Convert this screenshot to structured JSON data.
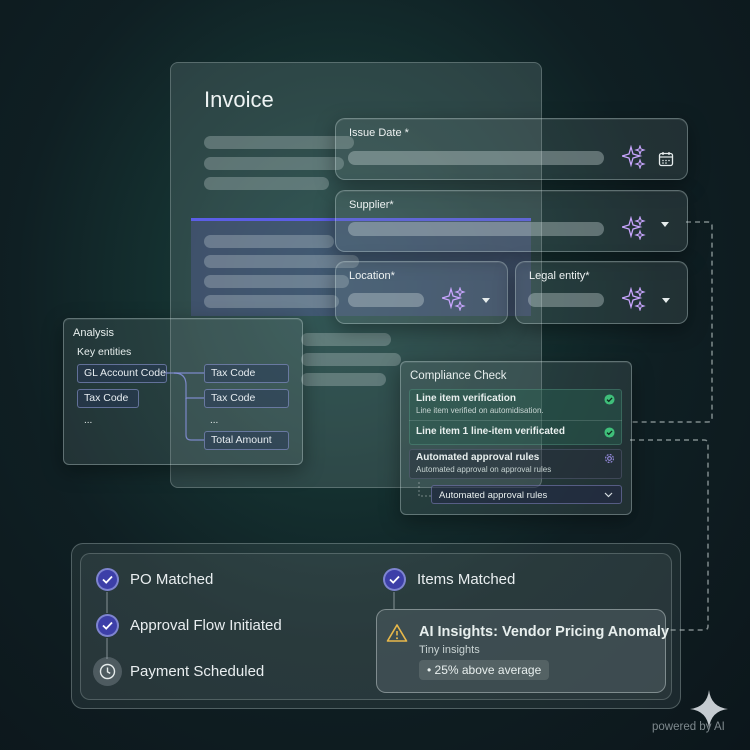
{
  "invoice": {
    "title": "Invoice"
  },
  "fields": {
    "issue_date": {
      "label": "Issue Date *"
    },
    "supplier": {
      "label": "Supplier*"
    },
    "location": {
      "label": "Location*"
    },
    "legal_entity": {
      "label": "Legal entity*"
    }
  },
  "analysis": {
    "title": "Analysis",
    "subtitle": "Key entities",
    "left_items": [
      "GL Account Code",
      "Tax Code",
      "..."
    ],
    "right_items": [
      "Tax Code",
      "Tax Code",
      "...",
      "Total Amount"
    ]
  },
  "compliance": {
    "title": "Compliance Check",
    "items": [
      {
        "title": "Line item verification",
        "subtitle": "Line item verified on automidisation.",
        "status": "check"
      },
      {
        "title": "Line item 1 line-item verificated",
        "status": "check"
      },
      {
        "title": "Automated approval rules",
        "subtitle": "Automated approval on approval rules",
        "status": "gear"
      }
    ],
    "dropdown": "Automated approval rules"
  },
  "workflow": {
    "steps_left": [
      {
        "label": "PO Matched",
        "status": "done"
      },
      {
        "label": "Approval Flow Initiated",
        "status": "done"
      },
      {
        "label": "Payment Scheduled",
        "status": "pending"
      }
    ],
    "steps_right": [
      {
        "label": "Items Matched",
        "status": "done"
      }
    ]
  },
  "insights": {
    "title": "AI Insights: Vendor Pricing Anomaly",
    "subtitle": "Tiny insights",
    "point": "• 25% above average"
  },
  "watermark": "powered by AI",
  "colors": {
    "accent": "#3d3fa8",
    "success": "#3fbf7a",
    "sparkle": "#c9a6ff",
    "warning": "#e8b84a"
  }
}
